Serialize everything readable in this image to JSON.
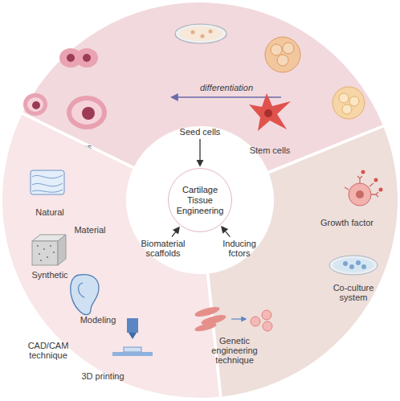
{
  "diagram": {
    "nodes": [
      {
        "text": [
          "Chondrocytes",
          "differentiation",
          "Stem cells"
        ]
      },
      {
        "text": [
          "Seed cells"
        ]
      },
      {
        "text": [
          "Cartilage Tissue Engineering"
        ]
      },
      {
        "text": [
          "Natural",
          "Material",
          "Synthetic",
          "Modeling",
          "CAD/CAM technique",
          "3D printing"
        ]
      },
      {
        "text": [
          "Biomaterial scaffolds"
        ]
      },
      {
        "text": [
          "Growth factor",
          "Co-culture system",
          "Genetic engineering technique"
        ]
      },
      {
        "text": [
          "Inducing fctors"
        ]
      }
    ],
    "edges": [
      {
        "from": 1,
        "to": 2,
        "arrow": "to"
      },
      {
        "from": 4,
        "to": 2,
        "arrow": "to"
      },
      {
        "from": 6,
        "to": 2,
        "arrow": "to"
      }
    ]
  }
}
